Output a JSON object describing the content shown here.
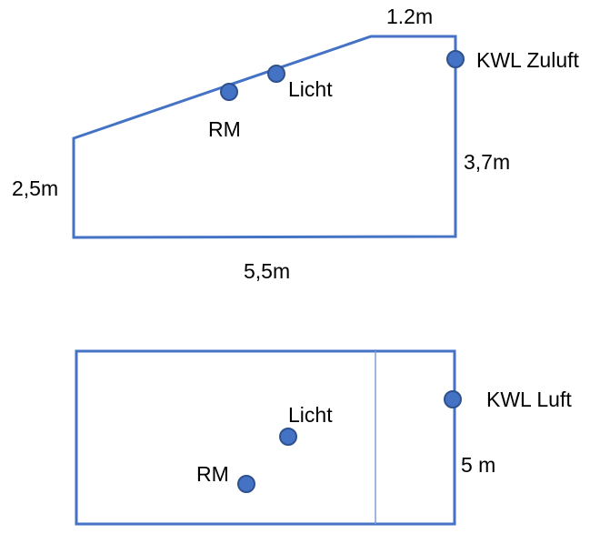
{
  "colors": {
    "outline": "#4472c4",
    "divider": "#7f9fd3",
    "marker_fill": "#4472c4",
    "marker_stroke": "#2f528f",
    "text": "#000000"
  },
  "side_view": {
    "dim_top": "1.2m",
    "dim_left": "2,5m",
    "dim_right": "3,7m",
    "dim_bottom": "5,5m",
    "markers": {
      "rm": {
        "label": "RM"
      },
      "licht": {
        "label": "Licht"
      },
      "kwl": {
        "label": "KWL Zuluft"
      }
    }
  },
  "top_view": {
    "dim_right": "5 m",
    "markers": {
      "licht": {
        "label": "Licht"
      },
      "rm": {
        "label": "RM"
      },
      "kwl": {
        "label": "KWL Luft"
      }
    }
  }
}
